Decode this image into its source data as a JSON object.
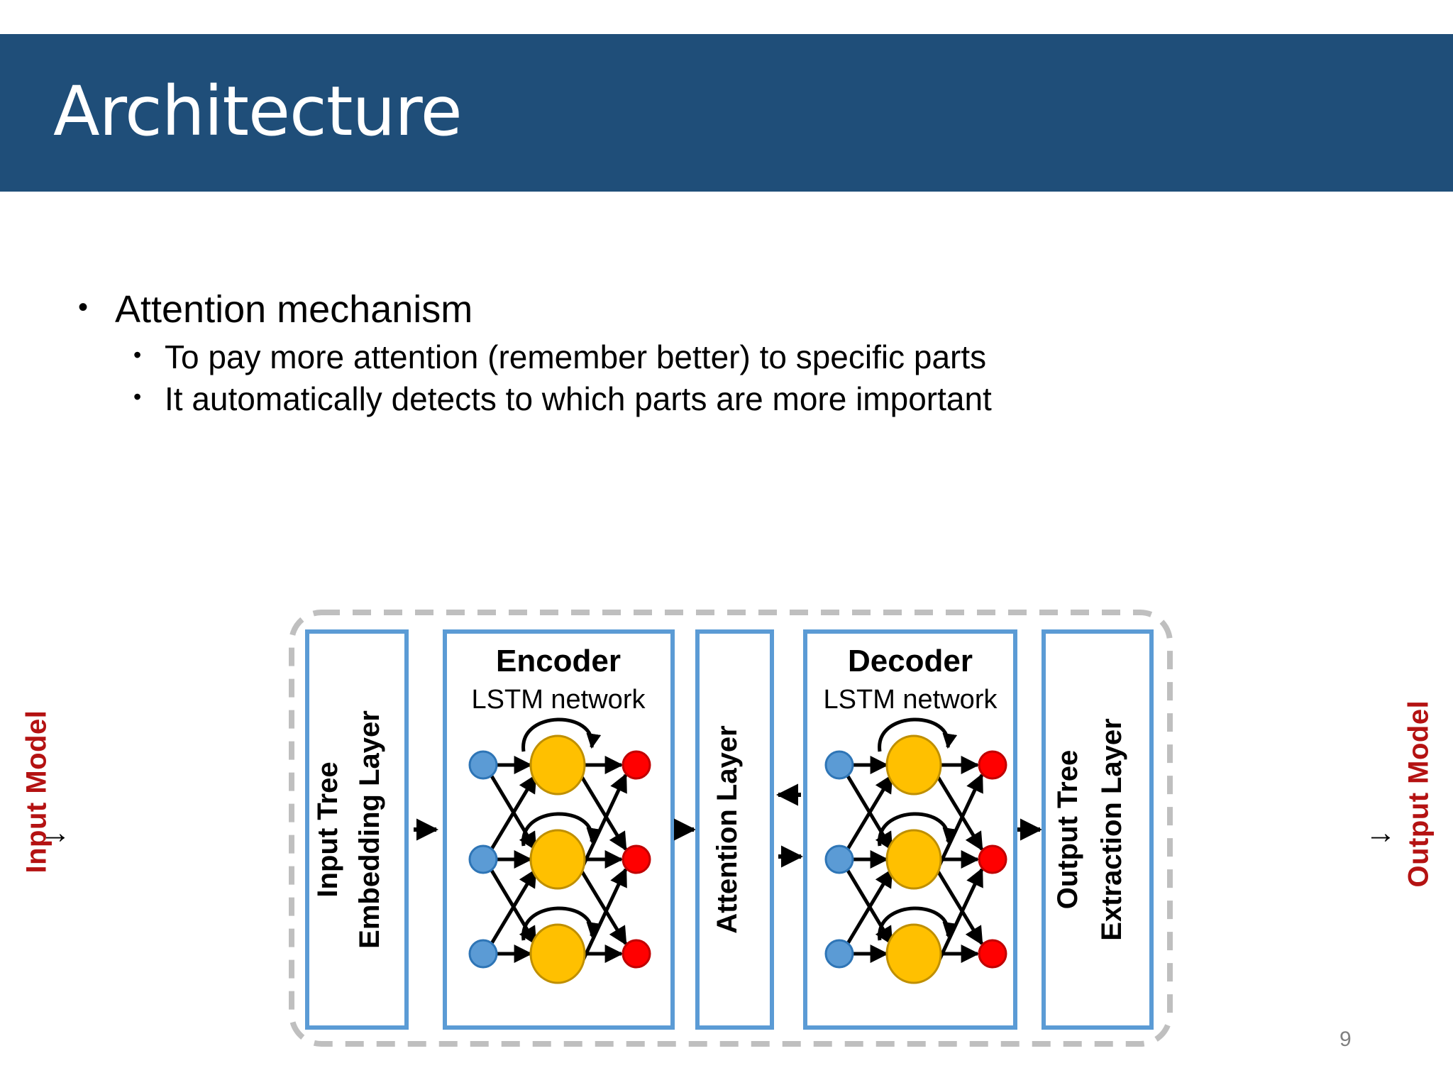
{
  "slide": {
    "title": "Architecture",
    "page_number": "9",
    "banner_color": "#1F4E79",
    "title_color": "#FFFFFF"
  },
  "body": {
    "bullet_marker": "•",
    "items": [
      {
        "level": 1,
        "text": "Attention mechanism"
      },
      {
        "level": 2,
        "text": "To pay more attention (remember better) to specific parts"
      },
      {
        "level": 2,
        "text": "It automatically detects to which parts are more important"
      }
    ]
  },
  "diagram": {
    "outer_container_style": "dashed-rounded",
    "outer_container_color": "#BFBFBF",
    "box_border_color": "#5B9BD5",
    "side_labels": {
      "input": "Input Model",
      "output": "Output Model",
      "color": "#B41212",
      "input_arrow": "→",
      "output_arrow": "→"
    },
    "boxes": [
      {
        "id": "input-tree-embedding-layer",
        "label_line1": "Input Tree",
        "label_line2": "Embedding Layer",
        "orientation": "vertical"
      },
      {
        "id": "encoder",
        "title": "Encoder",
        "subtitle": "LSTM network",
        "orientation": "horizontal"
      },
      {
        "id": "attention-layer",
        "label_line1": "Attention Layer",
        "orientation": "vertical"
      },
      {
        "id": "decoder",
        "title": "Decoder",
        "subtitle": "LSTM network",
        "orientation": "horizontal"
      },
      {
        "id": "output-tree-extraction-layer",
        "label_line1": "Output Tree",
        "label_line2": "Extraction Layer",
        "orientation": "vertical"
      }
    ],
    "node_colors": {
      "input_node": "#5B9BD5",
      "hidden_node": "#FFC000",
      "output_node": "#FF0000",
      "stroke": "#000000"
    },
    "network": {
      "rows": 3,
      "input_nodes": 3,
      "hidden_nodes": 3,
      "output_nodes": 3,
      "self_loops": 3
    }
  }
}
